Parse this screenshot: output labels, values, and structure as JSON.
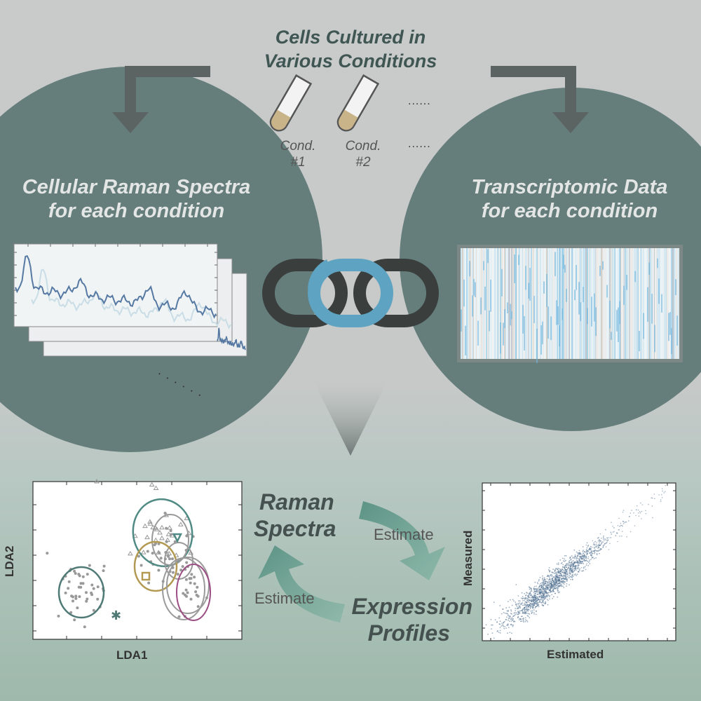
{
  "header": {
    "title_line1": "Cells Cultured in",
    "title_line2": "Various Conditions"
  },
  "conditions": [
    {
      "line1": "Cond.",
      "line2": "#1"
    },
    {
      "line1": "Cond.",
      "line2": "#2"
    }
  ],
  "ellipsis": {
    "small": "......",
    "long": "· · · · · ·"
  },
  "left_circle": {
    "line1": "Cellular Raman Spectra",
    "line2": "for each condition"
  },
  "right_circle": {
    "line1": "Transcriptomic Data",
    "line2": "for each condition"
  },
  "cycle": {
    "top_label_line1": "Raman",
    "top_label_line2": "Spectra",
    "bottom_label_line1": "Expression",
    "bottom_label_line2": "Profiles",
    "estimate_right": "Estimate",
    "estimate_left": "Estimate"
  },
  "lda_plot": {
    "xlabel": "LDA1",
    "ylabel": "LDA2"
  },
  "scatter_plot": {
    "xlabel": "Estimated",
    "ylabel": "Measured"
  },
  "colors": {
    "circle": "#657e7b",
    "arrow": "#5c6463",
    "chain_dark": "#3a3f3e",
    "chain_blue": "#5fa3c2",
    "spectrum": "#5579a3",
    "teal": "#4f8a84",
    "gold": "#b39a53",
    "magenta": "#9b4d83",
    "gray": "#9a9a9a"
  }
}
